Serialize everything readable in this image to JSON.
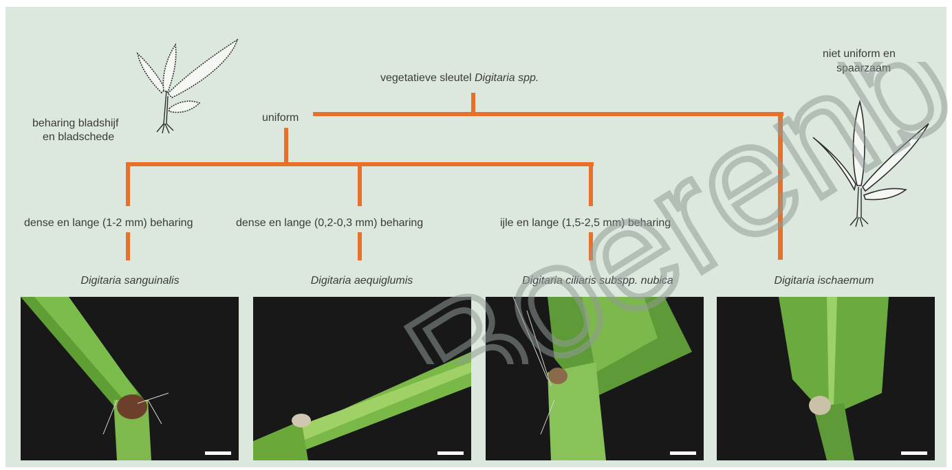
{
  "title_prefix": "vegetatieve sleutel ",
  "title_taxon": "Digitaria spp.",
  "left_note": [
    "beharing bladshijf",
    "en bladschede"
  ],
  "branch_uniform": "uniform",
  "right_note": [
    "niet uniform en",
    "spaarzaam"
  ],
  "criteria": [
    "dense en lange (1-2 mm) beharing",
    "dense en lange (0,2-0,3 mm) beharing",
    "ijle en lange (1,5-2,5 mm) beharing"
  ],
  "species": [
    "Digitaria sanguinalis",
    "Digitaria aequiglumis",
    "Digitaria ciliaris subspp. nubica",
    "Digitaria ischaemum"
  ],
  "watermark": "Boerenb",
  "colors": {
    "background": "#dce8dd",
    "line": "#e8702a",
    "text": "#3a3a3a",
    "photo_bg": "#1a1a1a",
    "leaf": "#6aa83a"
  }
}
